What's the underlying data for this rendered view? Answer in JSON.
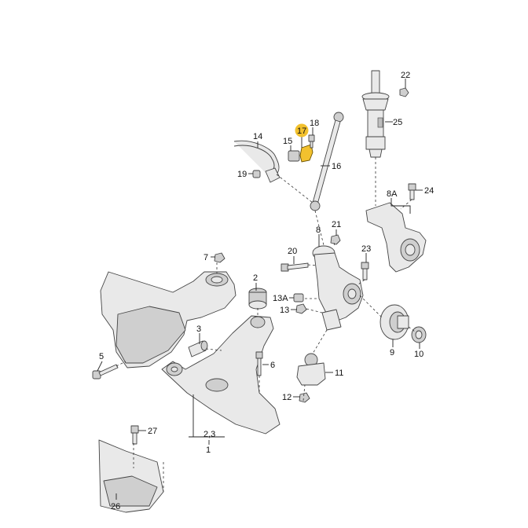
{
  "callouts": {
    "c22": "22",
    "c25": "25",
    "c17": "17",
    "c18": "18",
    "c14": "14",
    "c15": "15",
    "c16": "16",
    "c19": "19",
    "c24": "24",
    "c8a": "8A",
    "c8": "8",
    "c21": "21",
    "c7": "7",
    "c20": "20",
    "c23": "23",
    "c2": "2",
    "c13a": "13A",
    "c13": "13",
    "c3": "3",
    "c9": "9",
    "c10": "10",
    "c5": "5",
    "c6": "6",
    "c11": "11",
    "c12": "12",
    "c23sub": "2,3",
    "c1": "1",
    "c27": "27",
    "c26": "26"
  },
  "highlight_color": "#f2c12e"
}
